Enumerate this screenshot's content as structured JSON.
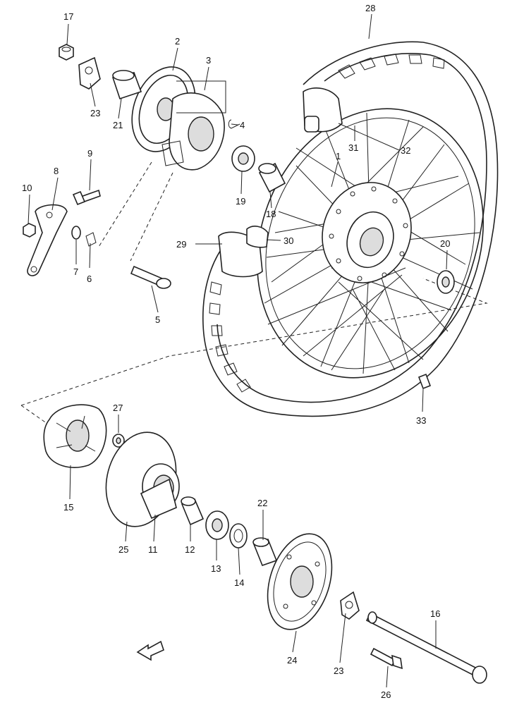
{
  "parts": [
    {
      "id": "p17",
      "label": "17"
    },
    {
      "id": "p23a",
      "label": "23"
    },
    {
      "id": "p21",
      "label": "21"
    },
    {
      "id": "p2",
      "label": "2"
    },
    {
      "id": "p3",
      "label": "3"
    },
    {
      "id": "p4",
      "label": "4"
    },
    {
      "id": "p9",
      "label": "9"
    },
    {
      "id": "p8",
      "label": "8"
    },
    {
      "id": "p10",
      "label": "10"
    },
    {
      "id": "p7",
      "label": "7"
    },
    {
      "id": "p6",
      "label": "6"
    },
    {
      "id": "p5",
      "label": "5"
    },
    {
      "id": "p19",
      "label": "19"
    },
    {
      "id": "p18",
      "label": "18"
    },
    {
      "id": "p28",
      "label": "28"
    },
    {
      "id": "p31",
      "label": "31"
    },
    {
      "id": "p32",
      "label": "32"
    },
    {
      "id": "p1",
      "label": "1"
    },
    {
      "id": "p29",
      "label": "29"
    },
    {
      "id": "p30",
      "label": "30"
    },
    {
      "id": "p20",
      "label": "20"
    },
    {
      "id": "p33",
      "label": "33"
    },
    {
      "id": "p27",
      "label": "27"
    },
    {
      "id": "p15",
      "label": "15"
    },
    {
      "id": "p25",
      "label": "25"
    },
    {
      "id": "p11",
      "label": "11"
    },
    {
      "id": "p12",
      "label": "12"
    },
    {
      "id": "p13",
      "label": "13"
    },
    {
      "id": "p14",
      "label": "14"
    },
    {
      "id": "p22",
      "label": "22"
    },
    {
      "id": "p24",
      "label": "24"
    },
    {
      "id": "p23b",
      "label": "23"
    },
    {
      "id": "p26",
      "label": "26"
    },
    {
      "id": "p16",
      "label": "16"
    }
  ],
  "direction_marker": {
    "icon": "forward-arrow-icon"
  }
}
